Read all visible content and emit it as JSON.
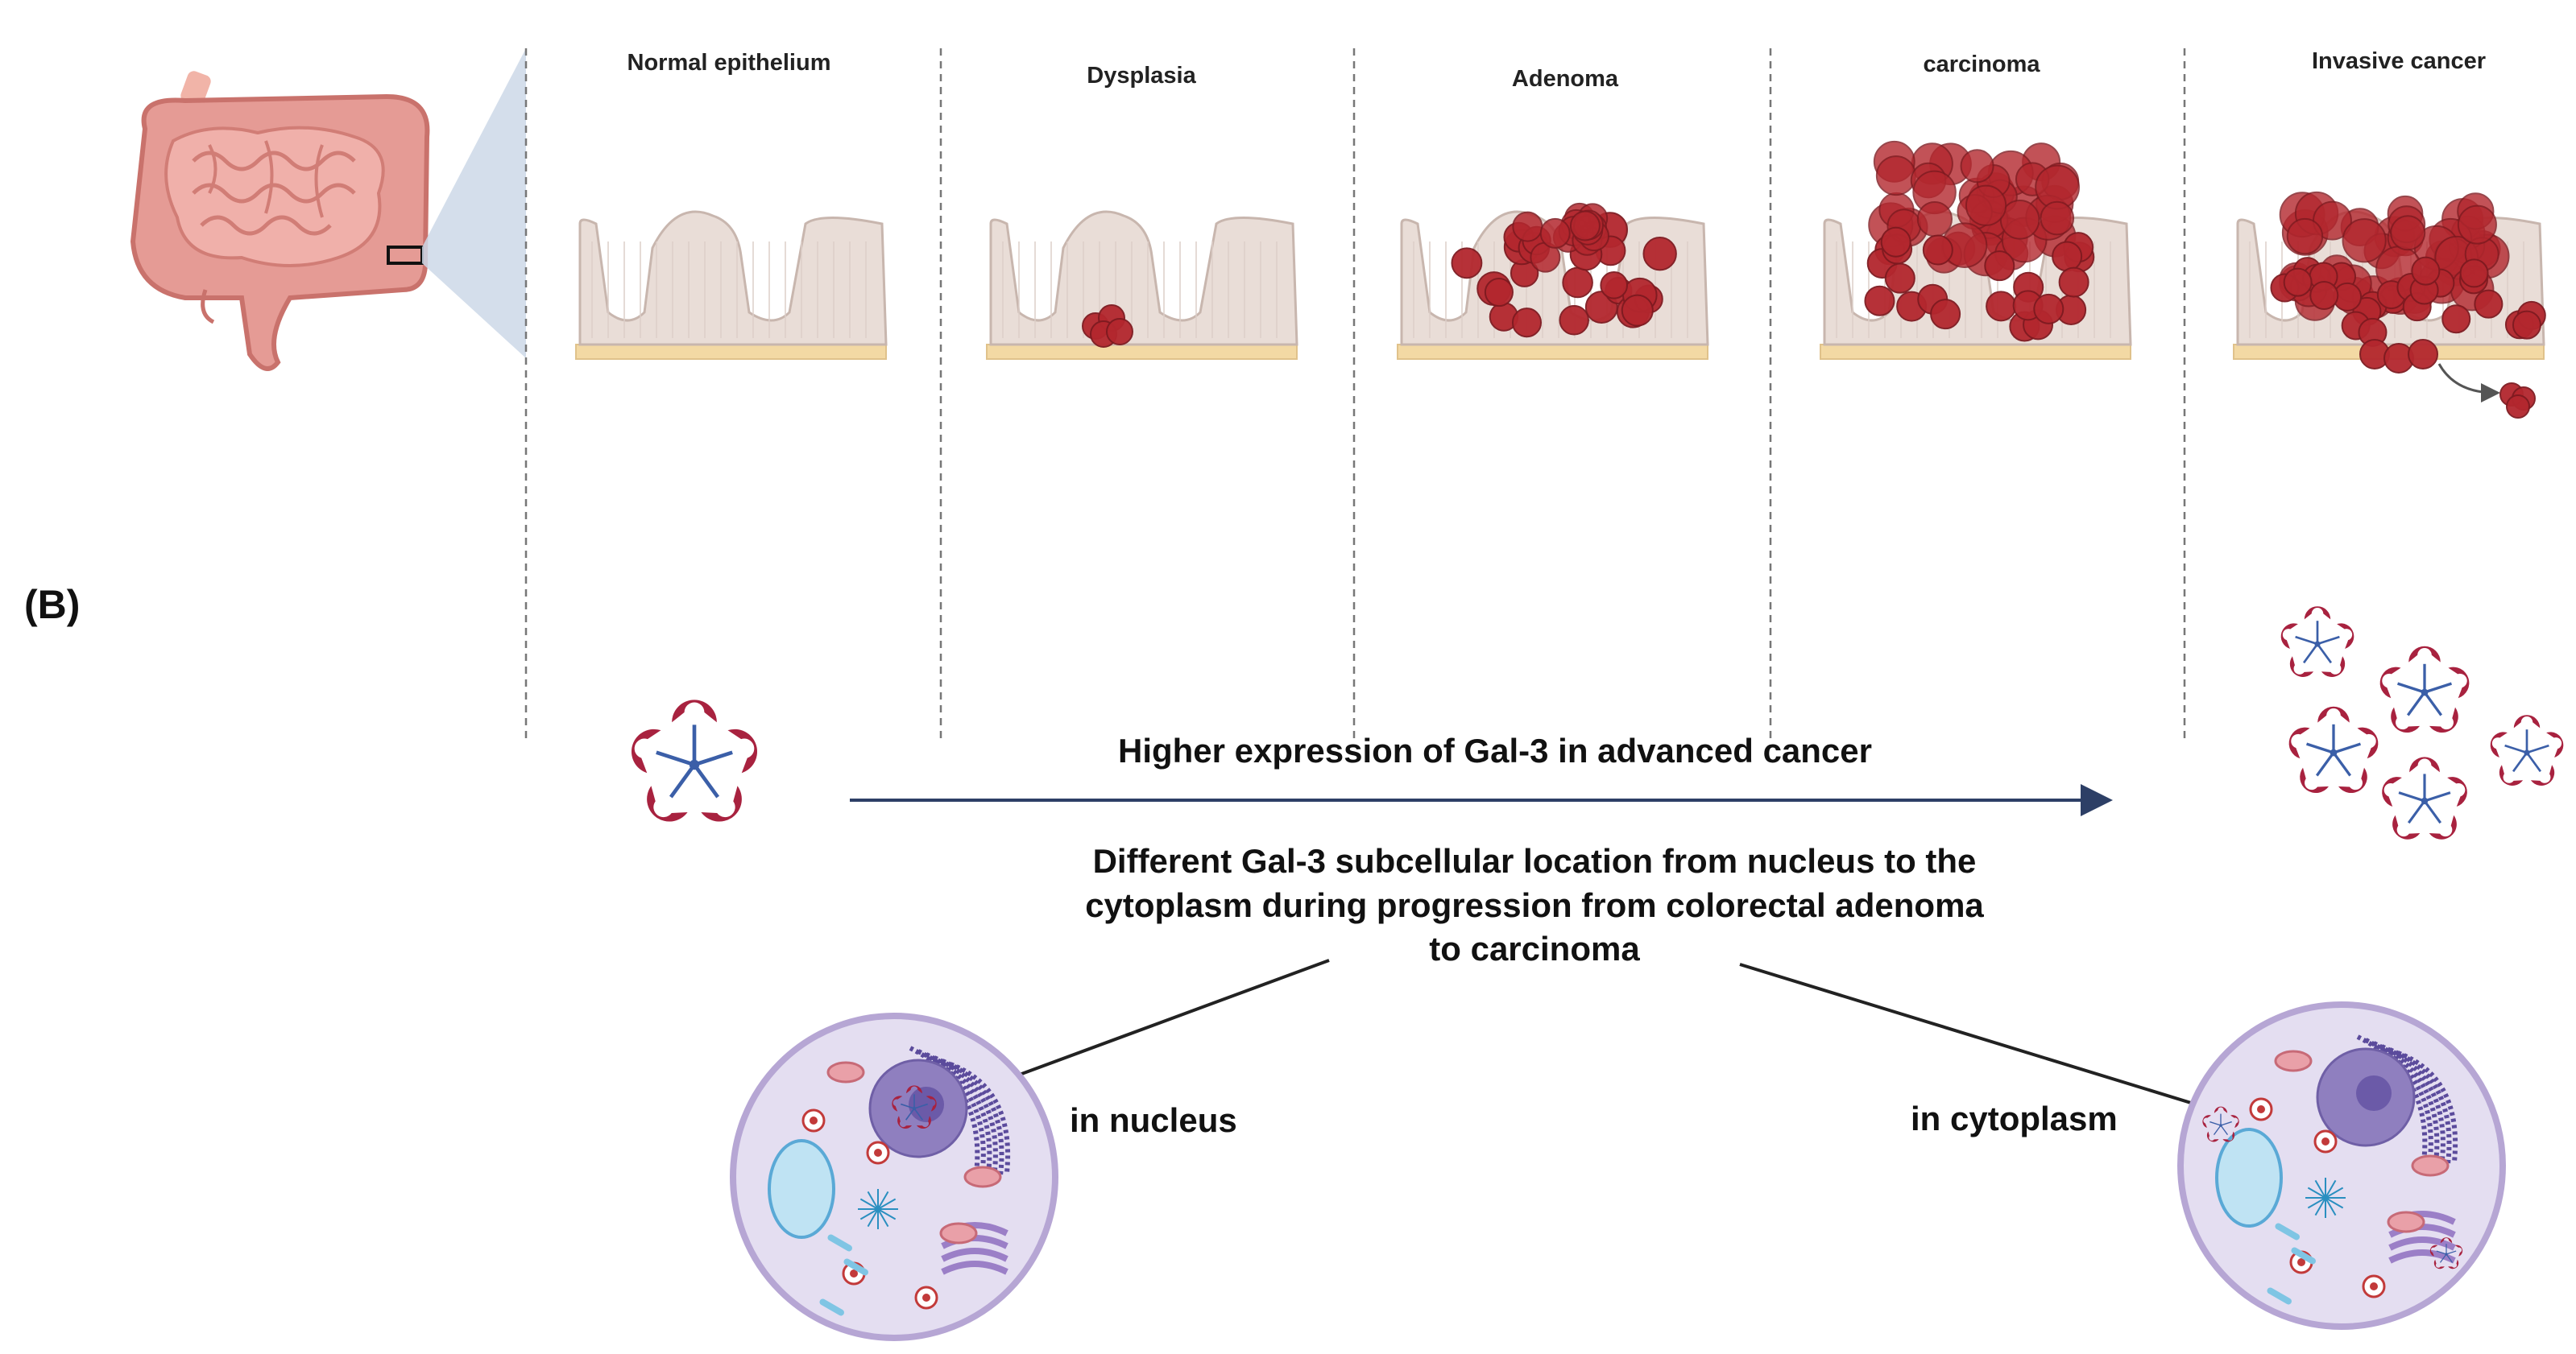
{
  "panel": {
    "label": "(B)"
  },
  "stages": [
    {
      "name": "Normal  epithelium"
    },
    {
      "name": "Dysplasia"
    },
    {
      "name": "Adenoma"
    },
    {
      "name": "carcinoma"
    },
    {
      "name": "Invasive cancer"
    }
  ],
  "arrow_text": "Higher expression of Gal-3 in advanced cancer",
  "location_text": {
    "line1": "Different Gal-3 subcellular location from nucleus to the",
    "line2": "cytoplasm during progression from colorectal adenoma",
    "line3": "to carcinoma"
  },
  "cells": {
    "left_label": "in nucleus",
    "right_label": "in cytoplasm"
  },
  "colors": {
    "tumor": "#b3272e",
    "galectin": "#a8223f",
    "epithelium": "#e9ddd7",
    "basement": "#f3d9a4",
    "arrow": "#2d3f66",
    "intestine": "#e59b95",
    "cell_fill": "#e4def1",
    "cell_border": "#b6a6d4",
    "nucleus": "#8f7fbf"
  }
}
